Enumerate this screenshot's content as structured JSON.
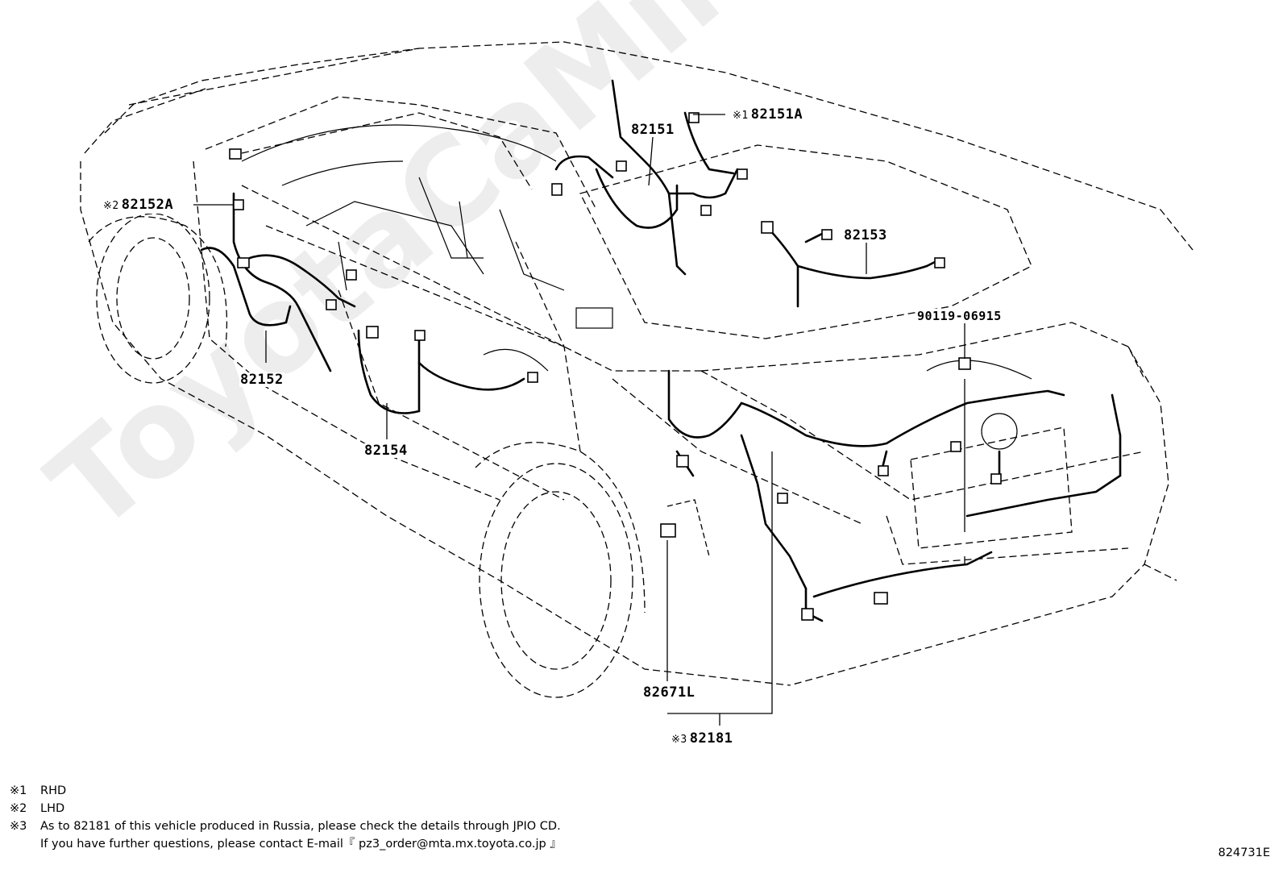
{
  "watermark": "ToyotaCaMine.ru",
  "parts": {
    "p82151A": {
      "mark": "※1",
      "code": "82151A"
    },
    "p82151": {
      "code": "82151"
    },
    "p82152A": {
      "mark": "※2",
      "code": "82152A"
    },
    "p82153": {
      "code": "82153"
    },
    "p90119": {
      "code": "90119-06915"
    },
    "p82152": {
      "code": "82152"
    },
    "p82154": {
      "code": "82154"
    },
    "p82671L": {
      "code": "82671L"
    },
    "p82181": {
      "mark": "※3",
      "code": "82181"
    }
  },
  "notes": [
    {
      "symbol": "※1",
      "text": "RHD"
    },
    {
      "symbol": "※2",
      "text": "LHD"
    },
    {
      "symbol": "※3",
      "text": "As to 82181 of this vehicle produced in Russia, please check the details through JPIO CD."
    }
  ],
  "note_continuation": "If you have further questions, please contact E-mail『 pz3_order@mta.mx.toyota.co.jp 』",
  "figure_code": "824731E",
  "colors": {
    "line": "#000000",
    "background": "#ffffff",
    "watermark": "rgba(0,0,0,0.07)"
  }
}
